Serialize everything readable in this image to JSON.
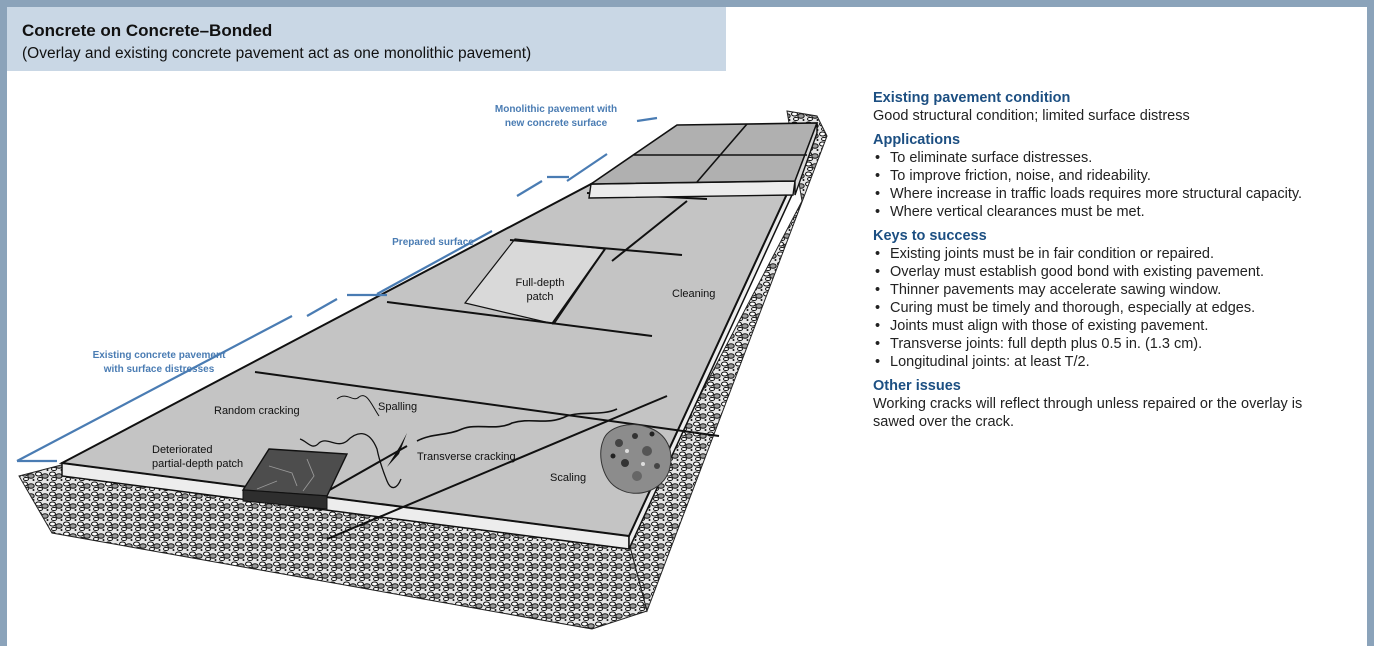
{
  "header": {
    "title": "Concrete on Concrete–Bonded",
    "subtitle": "(Overlay and existing concrete pavement act as one monolithic pavement)"
  },
  "diagram": {
    "callouts": {
      "monolithic_1": "Monolithic pavement with",
      "monolithic_2": "new concrete surface",
      "prepared": "Prepared surface",
      "existing_1": "Existing concrete pavement",
      "existing_2": "with surface distresses"
    },
    "labels": {
      "full_depth_1": "Full-depth",
      "full_depth_2": "patch",
      "cleaning": "Cleaning",
      "random_cracking": "Random cracking",
      "spalling": "Spalling",
      "deteriorated_1": "Deteriorated",
      "deteriorated_2": "partial-depth patch",
      "transverse_cracking": "Transverse cracking",
      "scaling": "Scaling"
    },
    "colors": {
      "slab": "#c4c4c4",
      "slab_side": "#ededed",
      "callout": "#4a7cb3",
      "patch": "#4d4d4d",
      "new_surface": "#b0b0b0"
    }
  },
  "panel": {
    "existing_heading": "Existing pavement condition",
    "existing_text": "Good structural condition; limited surface distress",
    "applications_heading": "Applications",
    "applications": [
      "To eliminate surface distresses.",
      "To improve friction, noise, and rideability.",
      "Where increase in traffic loads requires more structural capacity.",
      "Where vertical clearances must be met."
    ],
    "keys_heading": "Keys to success",
    "keys": [
      "Existing joints must be in fair condition or repaired.",
      "Overlay must establish good bond with existing pavement.",
      "Thinner pavements may accelerate sawing window.",
      "Curing must be timely and thorough, especially at edges.",
      "Joints must align with those of existing pavement.",
      "Transverse joints: full depth plus 0.5 in. (1.3 cm).",
      "Longitudinal joints: at least T/2."
    ],
    "other_heading": "Other issues",
    "other_text": "Working cracks will reflect through unless repaired or the overlay is sawed over the crack."
  }
}
